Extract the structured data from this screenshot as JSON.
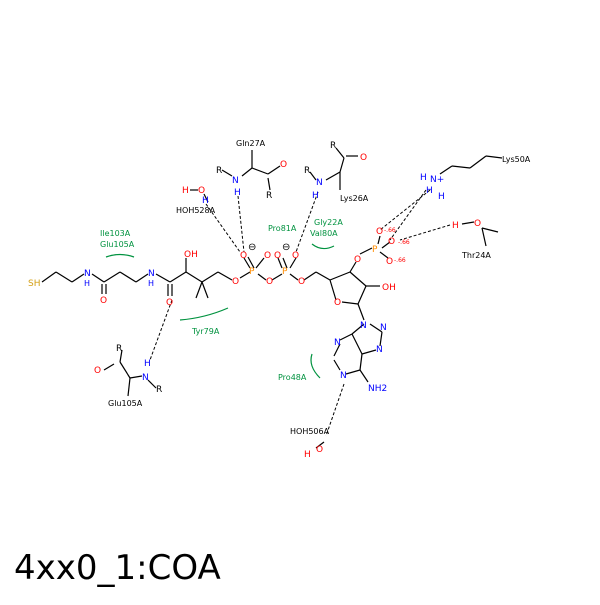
{
  "caption": "4xx0_1:COA",
  "colors": {
    "bond": "#000000",
    "oxygen": "#ff0000",
    "nitrogen": "#0000ff",
    "phosphorus": "#ff8c00",
    "sulfur": "#d4a017",
    "residue": "#00923f",
    "hbond": "#000000"
  },
  "atoms": {
    "sh": "SH",
    "n": "N",
    "h": "H",
    "o": "O",
    "oh": "OH",
    "p": "P",
    "r": "R",
    "nh2": "NH2",
    "nplus": "N+",
    "minus": "⊖",
    "charge66": "-.66"
  },
  "labels": {
    "gln27a": "Gln27A",
    "hoh528a": "HOH528A",
    "lys26a": "Lys26A",
    "lys50a": "Lys50A",
    "thr24a": "Thr24A",
    "glu105a_bottom": "Glu105A",
    "hoh506a": "HOH506A"
  },
  "residues": {
    "ile103a": "Ile103A",
    "glu105a": "Glu105A",
    "tyr79a": "Tyr79A",
    "pro81a": "Pro81A",
    "gly22a": "Gly22A",
    "val80a": "Val80A",
    "pro48a": "Pro48A"
  }
}
